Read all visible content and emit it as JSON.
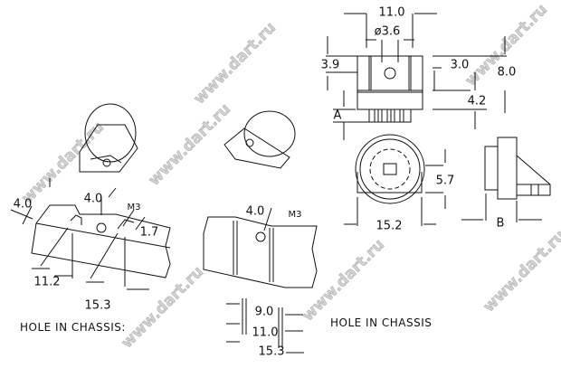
{
  "watermark": "www.dart.ru",
  "front_view": {
    "width": "11.0",
    "hole_diameter": "ø3.6",
    "slot_height": "3.9",
    "top_offset": "3.0",
    "total_height": "8.0",
    "base_height": "4.2",
    "ref_a": "A"
  },
  "gear_view": {
    "height": "5.7",
    "width": "15.2"
  },
  "side_view": {
    "ref_b": "B"
  },
  "chassis_left": {
    "dim_slot": "4.0",
    "dim_hole": "4.0",
    "thread": "M3",
    "dim_tab": "1.7",
    "dim_a": "11.2",
    "dim_b": "15.3",
    "caption": "HOLE IN CHASSIS:"
  },
  "chassis_right": {
    "dim_hole": "4.0",
    "thread": "M3",
    "dim_a": "9.0",
    "dim_b": "11.0",
    "dim_c": "15.3",
    "caption": "HOLE IN CHASSIS"
  }
}
